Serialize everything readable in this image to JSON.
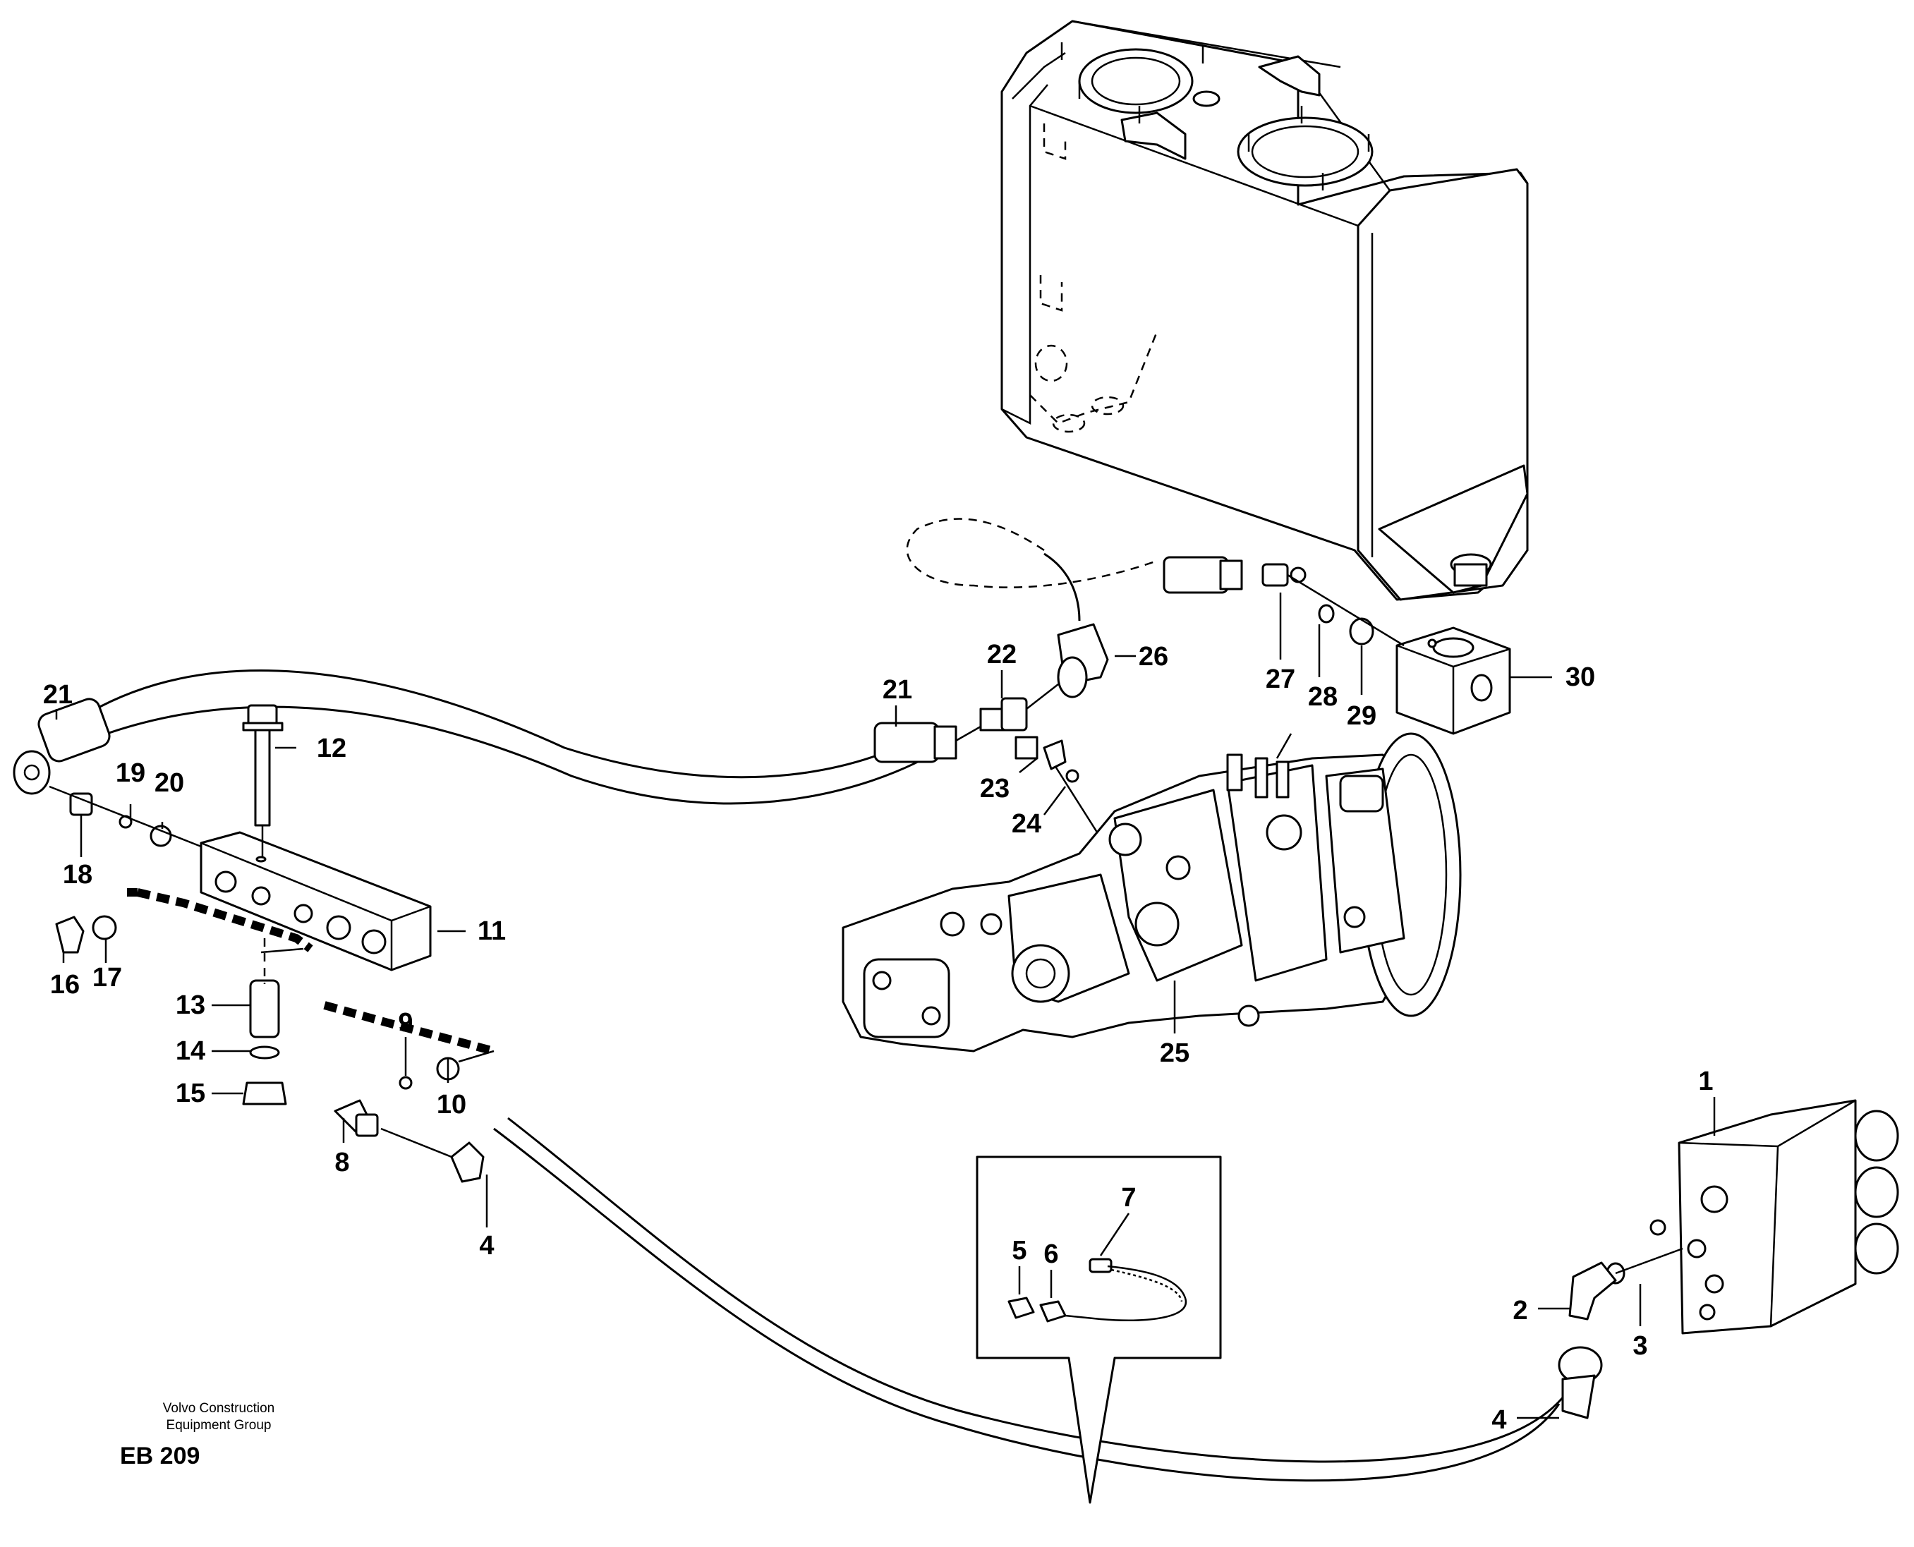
{
  "footer": {
    "company_line1": "Volvo Construction",
    "company_line2": "Equipment Group",
    "figure_code": "EB 209"
  },
  "callouts": {
    "c1": "1",
    "c2": "2",
    "c3": "3",
    "c4a": "4",
    "c4b": "4",
    "c5": "5",
    "c6": "6",
    "c7": "7",
    "c8": "8",
    "c9": "9",
    "c10": "10",
    "c11": "11",
    "c12": "12",
    "c13": "13",
    "c14": "14",
    "c15": "15",
    "c16": "16",
    "c17": "17",
    "c18": "18",
    "c19": "19",
    "c20": "20",
    "c21a": "21",
    "c21b": "21",
    "c22": "22",
    "c23": "23",
    "c24": "24",
    "c25": "25",
    "c26": "26",
    "c27": "27",
    "c28": "28",
    "c29": "29",
    "c30": "30"
  }
}
